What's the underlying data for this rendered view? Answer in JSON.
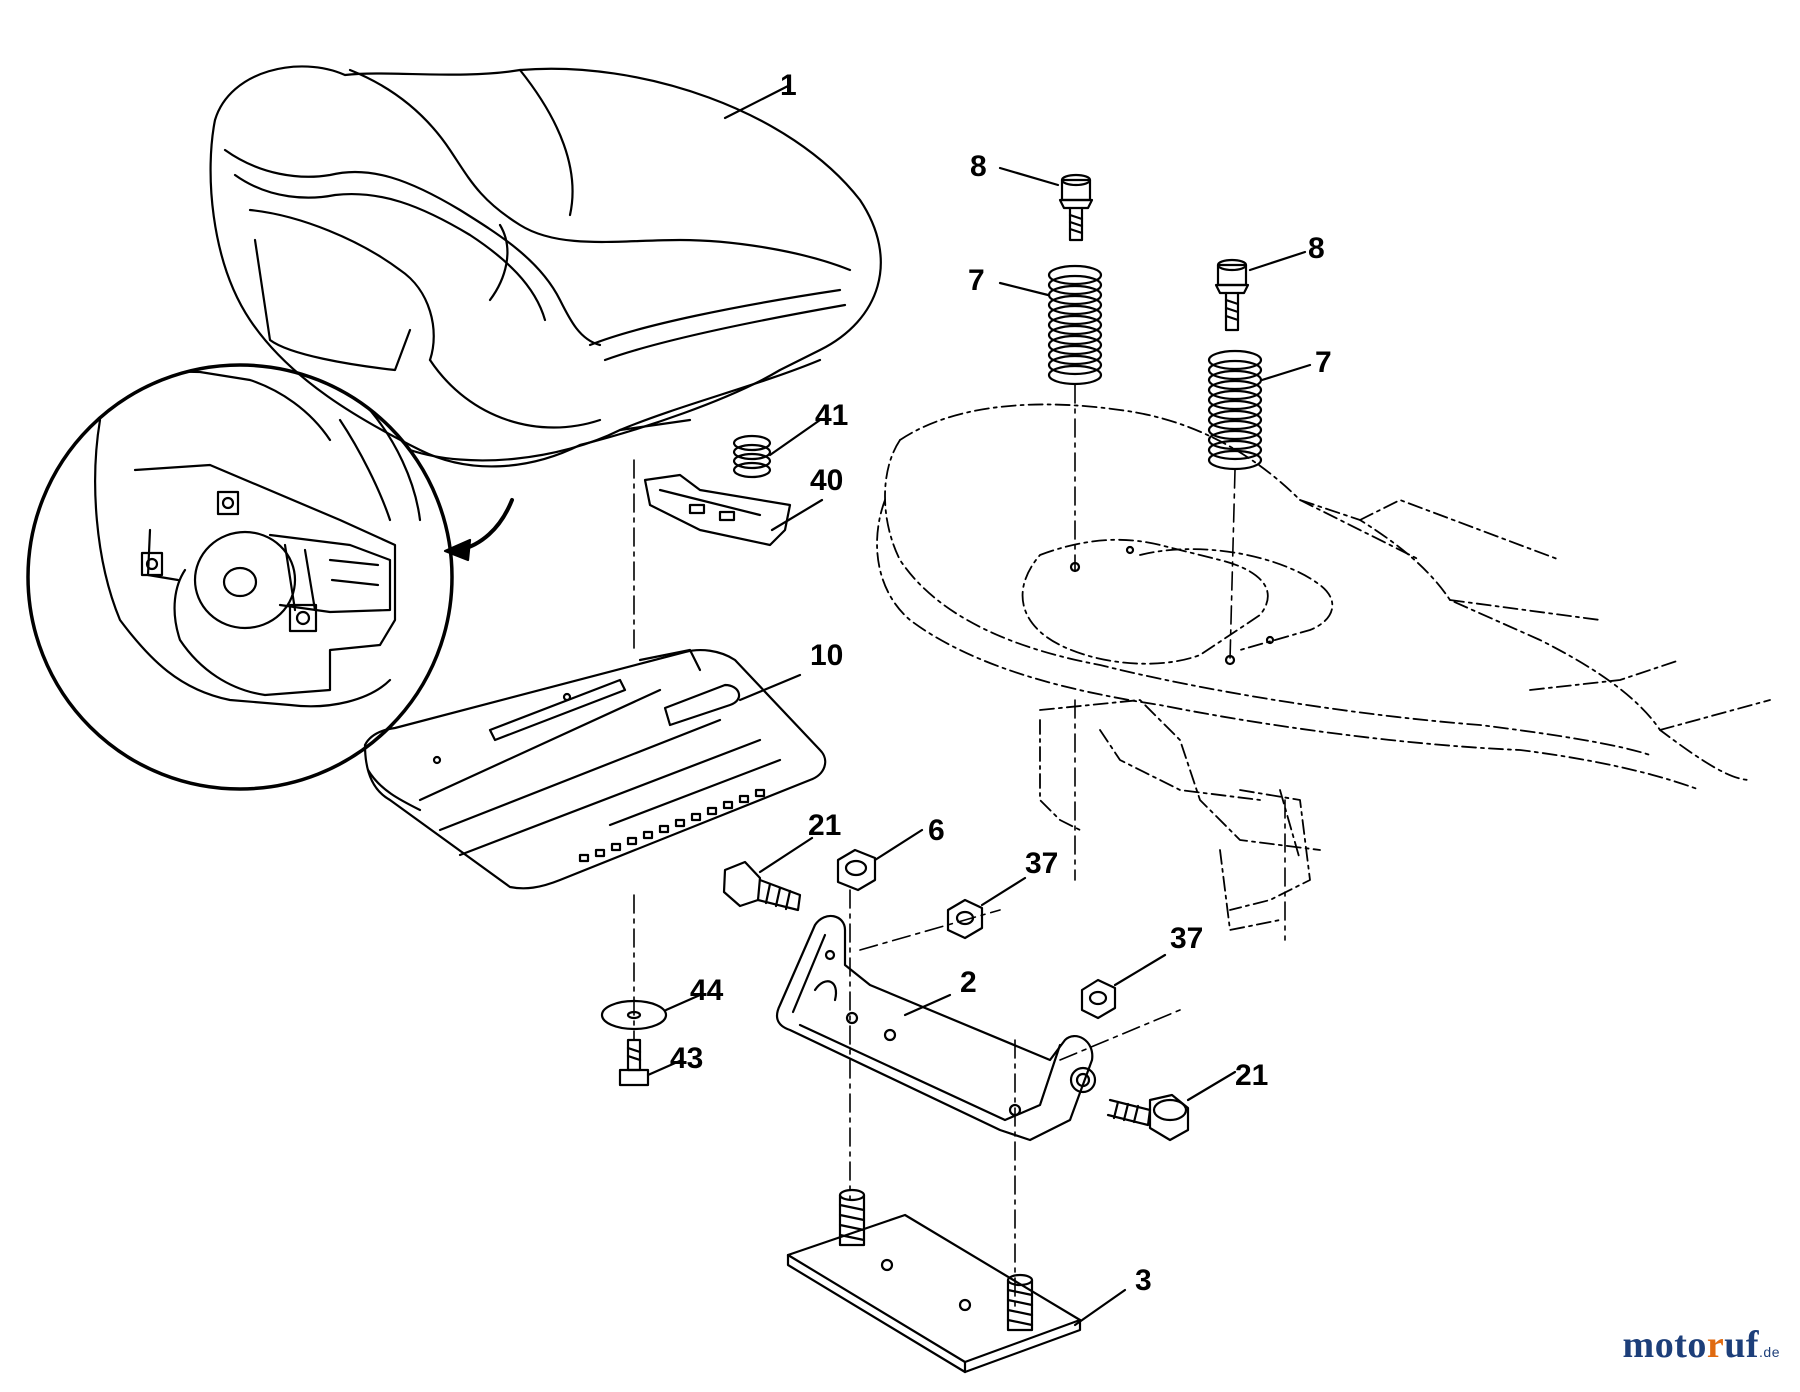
{
  "diagram": {
    "type": "exploded-parts-view",
    "callouts": [
      {
        "id": "c1",
        "label": "1"
      },
      {
        "id": "c8a",
        "label": "8"
      },
      {
        "id": "c8b",
        "label": "8"
      },
      {
        "id": "c7a",
        "label": "7"
      },
      {
        "id": "c7b",
        "label": "7"
      },
      {
        "id": "c41",
        "label": "41"
      },
      {
        "id": "c40",
        "label": "40"
      },
      {
        "id": "c10",
        "label": "10"
      },
      {
        "id": "c21a",
        "label": "21"
      },
      {
        "id": "c6",
        "label": "6"
      },
      {
        "id": "c37a",
        "label": "37"
      },
      {
        "id": "c37b",
        "label": "37"
      },
      {
        "id": "c2",
        "label": "2"
      },
      {
        "id": "c44",
        "label": "44"
      },
      {
        "id": "c43",
        "label": "43"
      },
      {
        "id": "c21b",
        "label": "21"
      },
      {
        "id": "c3",
        "label": "3"
      }
    ]
  },
  "watermark": {
    "part1": "moto",
    "part2": "r",
    "part3": "uf",
    "suffix": ".de"
  }
}
